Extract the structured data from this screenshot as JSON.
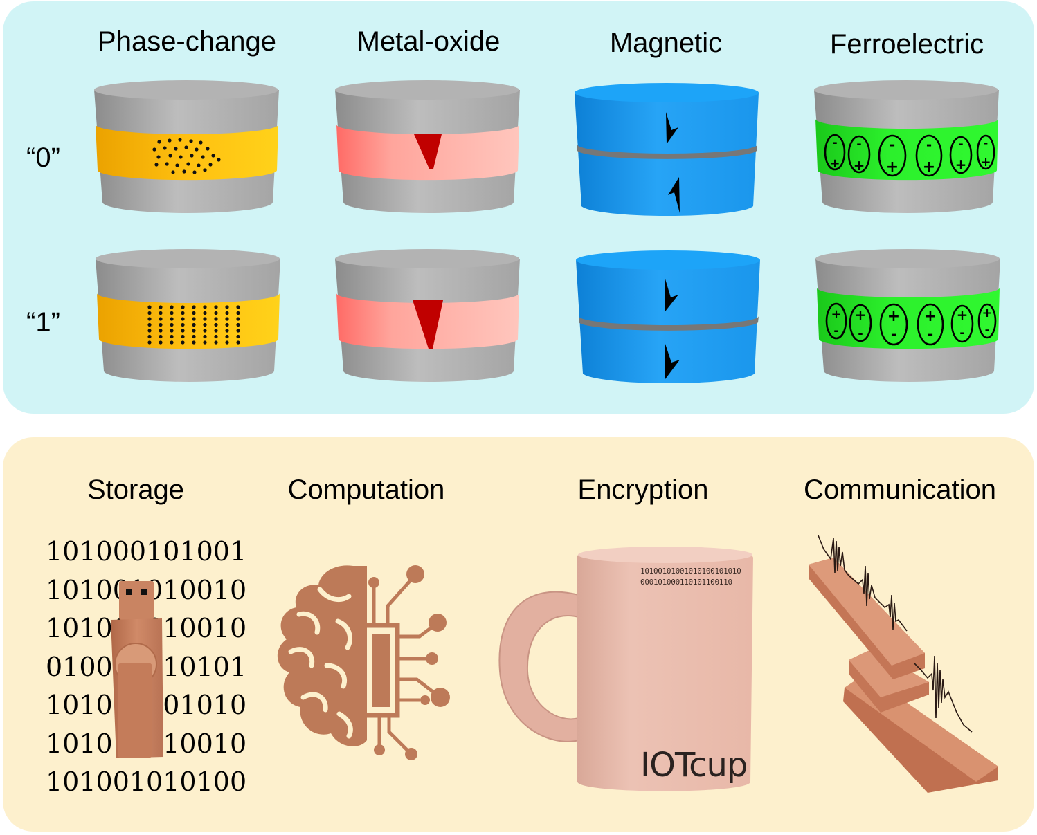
{
  "memory_types": [
    "Phase-change",
    "Metal-oxide",
    "Magnetic",
    "Ferroelectric"
  ],
  "states": [
    "“0”",
    "“1”"
  ],
  "applications": [
    "Storage",
    "Computation",
    "Encryption",
    "Communication"
  ],
  "binary_lines": [
    "101000101001",
    "101001010010",
    "101011010010",
    "010011010101",
    "101001001010",
    "101010010010",
    "101001010100"
  ],
  "mug": {
    "code_lines": [
      "10100101001010100101010",
      "000101000110101100110"
    ],
    "brand": "IOTcup"
  },
  "colors": {
    "top_panel": "#d1f4f6",
    "bottom_panel": "#fdf0cd",
    "cylinder_gray": "#a9a9a9",
    "phase_change_layer": "#ffc107",
    "metal_oxide_layer": "#ffa8a0",
    "filament": "#c00000",
    "magnetic": "#1a9cf0",
    "ferroelectric": "#22ee22",
    "copper": "#c98462"
  },
  "icons": [
    "usb-drive-icon",
    "brain-circuit-icon",
    "mug-icon",
    "waveguide-beams-icon"
  ]
}
